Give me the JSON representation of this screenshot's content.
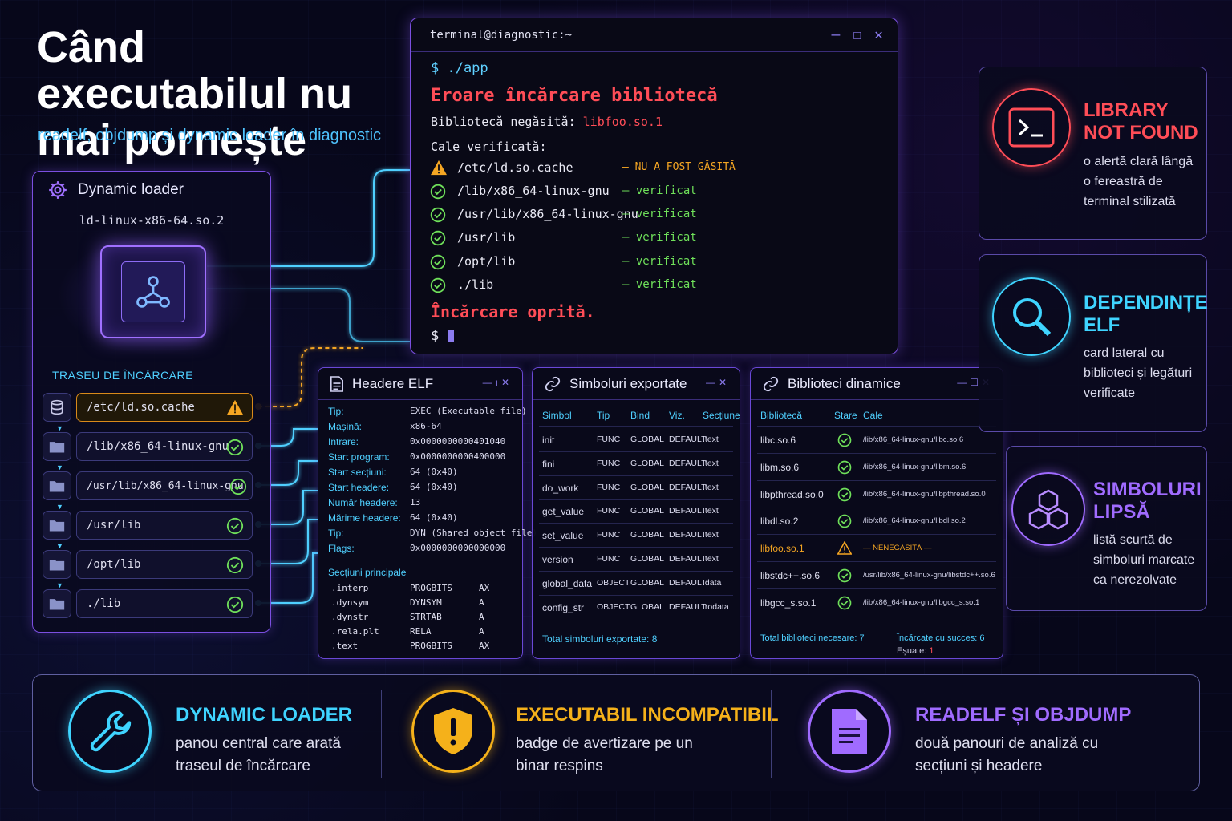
{
  "title": "Când executabilul nu mai pornește",
  "subtitle": "readelf, objdump și dynamic loader în diagnostic",
  "colors": {
    "accent": "#7b4fe0",
    "cyan": "#4fd0ff",
    "ok": "#6fe05a",
    "warn": "#f5a623",
    "error": "#ff4d57",
    "purple": "#a06bff"
  },
  "loader": {
    "title": "Dynamic loader",
    "file": "ld-linux-x86-64.so.2",
    "trace_title": "TRASEU DE ÎNCĂRCARE",
    "rows": [
      {
        "path": "/etc/ld.so.cache",
        "icon": "database-icon",
        "status": "warning"
      },
      {
        "path": "/lib/x86_64-linux-gnu",
        "icon": "folder-icon",
        "status": "ok"
      },
      {
        "path": "/usr/lib/x86_64-linux-gnu",
        "icon": "folder-icon",
        "status": "ok"
      },
      {
        "path": "/usr/lib",
        "icon": "folder-icon",
        "status": "ok"
      },
      {
        "path": "/opt/lib",
        "icon": "folder-icon",
        "status": "ok"
      },
      {
        "path": "./lib",
        "icon": "folder-icon",
        "status": "ok"
      }
    ]
  },
  "terminal": {
    "title": "terminal@diagnostic:~",
    "command": "$ ./app",
    "error": "Eroare încărcare bibliotecă",
    "missing_label": "Bibliotecă negăsită:",
    "missing_lib": "libfoo.so.1",
    "paths_label": "Cale verificată:",
    "paths": [
      {
        "path": "/etc/ld.so.cache",
        "status": "— NU A FOST GĂSITĂ",
        "kind": "warn"
      },
      {
        "path": "/lib/x86_64-linux-gnu",
        "status": "— verificat",
        "kind": "ok"
      },
      {
        "path": "/usr/lib/x86_64-linux-gnu",
        "status": "— verificat",
        "kind": "ok"
      },
      {
        "path": "/usr/lib",
        "status": "— verificat",
        "kind": "ok"
      },
      {
        "path": "/opt/lib",
        "status": "— verificat",
        "kind": "ok"
      },
      {
        "path": "./lib",
        "status": "— verificat",
        "kind": "ok"
      }
    ],
    "stopped": "Încărcare oprită.",
    "prompt": "$"
  },
  "elf": {
    "title": "Headere ELF",
    "fields": [
      {
        "k": "Tip:",
        "v": "EXEC (Executable file)"
      },
      {
        "k": "Mașină:",
        "v": "x86-64"
      },
      {
        "k": "Intrare:",
        "v": "0x0000000000401040"
      },
      {
        "k": "Start program:",
        "v": "0x0000000000400000"
      },
      {
        "k": "Start secțiuni:",
        "v": "64 (0x40)"
      },
      {
        "k": "Start headere:",
        "v": "64 (0x40)"
      },
      {
        "k": "Număr headere:",
        "v": "13"
      },
      {
        "k": "Mărime headere:",
        "v": "64 (0x40)"
      },
      {
        "k": "Tip:",
        "v": "DYN (Shared object file)"
      },
      {
        "k": "Flags:",
        "v": "0x0000000000000000"
      }
    ],
    "sections_title": "Secțiuni principale",
    "sections": [
      {
        "name": ".interp",
        "type": "PROGBITS",
        "flags": "AX"
      },
      {
        "name": ".dynsym",
        "type": "DYNSYM",
        "flags": "A"
      },
      {
        "name": ".dynstr",
        "type": "STRTAB",
        "flags": "A"
      },
      {
        "name": ".rela.plt",
        "type": "RELA",
        "flags": "A"
      },
      {
        "name": ".text",
        "type": "PROGBITS",
        "flags": "AX"
      }
    ]
  },
  "symbols": {
    "title": "Simboluri exportate",
    "headers": [
      "Simbol",
      "Tip",
      "Bind",
      "Viz.",
      "Secțiune"
    ],
    "rows": [
      [
        "init",
        "FUNC",
        "GLOBAL",
        "DEFAULT",
        ".text"
      ],
      [
        "fini",
        "FUNC",
        "GLOBAL",
        "DEFAULT",
        ".text"
      ],
      [
        "do_work",
        "FUNC",
        "GLOBAL",
        "DEFAULT",
        ".text"
      ],
      [
        "get_value",
        "FUNC",
        "GLOBAL",
        "DEFAULT",
        ".text"
      ],
      [
        "set_value",
        "FUNC",
        "GLOBAL",
        "DEFAULT",
        ".text"
      ],
      [
        "version",
        "FUNC",
        "GLOBAL",
        "DEFAULT",
        ".text"
      ],
      [
        "global_data",
        "OBJECT",
        "GLOBAL",
        "DEFAULT",
        ".data"
      ],
      [
        "config_str",
        "OBJECT",
        "GLOBAL",
        "DEFAULT",
        ".rodata"
      ]
    ],
    "footer": "Total simboluri exportate: 8"
  },
  "libs": {
    "title": "Biblioteci dinamice",
    "headers": [
      "Bibliotecă",
      "Stare",
      "Cale"
    ],
    "rows": [
      {
        "name": "libc.so.6",
        "status": "ok",
        "path": "/lib/x86_64-linux-gnu/libc.so.6"
      },
      {
        "name": "libm.so.6",
        "status": "ok",
        "path": "/lib/x86_64-linux-gnu/libm.so.6"
      },
      {
        "name": "libpthread.so.0",
        "status": "ok",
        "path": "/lib/x86_64-linux-gnu/libpthread.so.0"
      },
      {
        "name": "libdl.so.2",
        "status": "ok",
        "path": "/lib/x86_64-linux-gnu/libdl.so.2"
      },
      {
        "name": "libfoo.so.1",
        "status": "warning",
        "path": "— NENEGĂSITĂ —"
      },
      {
        "name": "libstdc++.so.6",
        "status": "ok",
        "path": "/usr/lib/x86_64-linux-gnu/libstdc++.so.6"
      },
      {
        "name": "libgcc_s.so.1",
        "status": "ok",
        "path": "/lib/x86_64-linux-gnu/libgcc_s.so.1"
      }
    ],
    "footer_total": "Total biblioteci necesare: 7",
    "footer_loaded": "Încărcate cu succes: 6",
    "footer_failed_label": "Eșuate:",
    "footer_failed_value": "1"
  },
  "cards": [
    {
      "title": "LIBRARY NOT FOUND",
      "desc": "o alertă clară lângă o fereastră de terminal stilizată",
      "icon": "terminal-icon",
      "color": "#ff4d57"
    },
    {
      "title": "DEPENDINȚE ELF",
      "desc": "card lateral cu biblioteci și legături verificate",
      "icon": "search-icon",
      "color": "#3fd4ff"
    },
    {
      "title": "SIMBOLURI LIPSĂ",
      "desc": "listă scurtă de simboluri marcate ca nerezolvate",
      "icon": "cubes-icon",
      "color": "#a06bff"
    }
  ],
  "bottom": [
    {
      "title": "DYNAMIC LOADER",
      "desc": "panou central care arată traseul de încărcare",
      "icon": "wrench-icon",
      "color": "#3fd4ff"
    },
    {
      "title": "EXECUTABIL INCOMPATIBIL",
      "desc": "badge de avertizare pe un binar respins",
      "icon": "shield-warning-icon",
      "color": "#f5b11a"
    },
    {
      "title": "READELF ȘI OBJDUMP",
      "desc": "două panouri de analiză cu secțiuni și headere",
      "icon": "document-icon",
      "color": "#a06bff"
    }
  ]
}
